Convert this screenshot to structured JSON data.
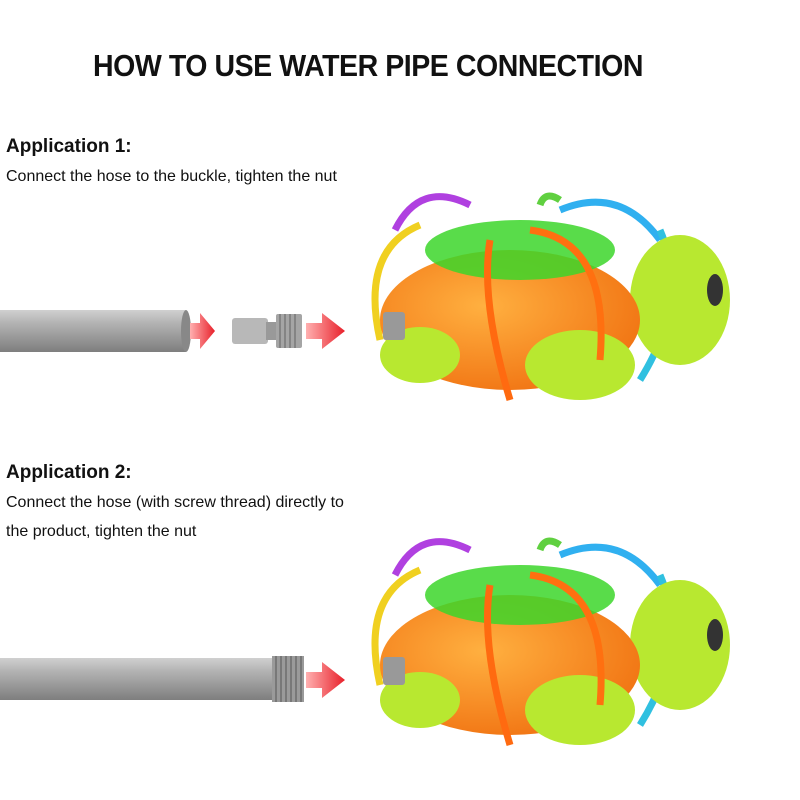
{
  "title": "HOW TO USE WATER PIPE CONNECTION",
  "applications": [
    {
      "heading": "Application 1:",
      "lines": [
        "Connect the hose to the buckle, tighten the nut"
      ]
    },
    {
      "heading": "Application 2:",
      "lines": [
        "Connect the hose (with screw thread) directly to",
        "the product, tighten the nut"
      ]
    }
  ],
  "colors": {
    "arrow": "#e8202a",
    "pipe": "#a8a8a8",
    "shell": "#ff8a1a",
    "body": "#b8e830",
    "leaf": "#3cd62a"
  }
}
